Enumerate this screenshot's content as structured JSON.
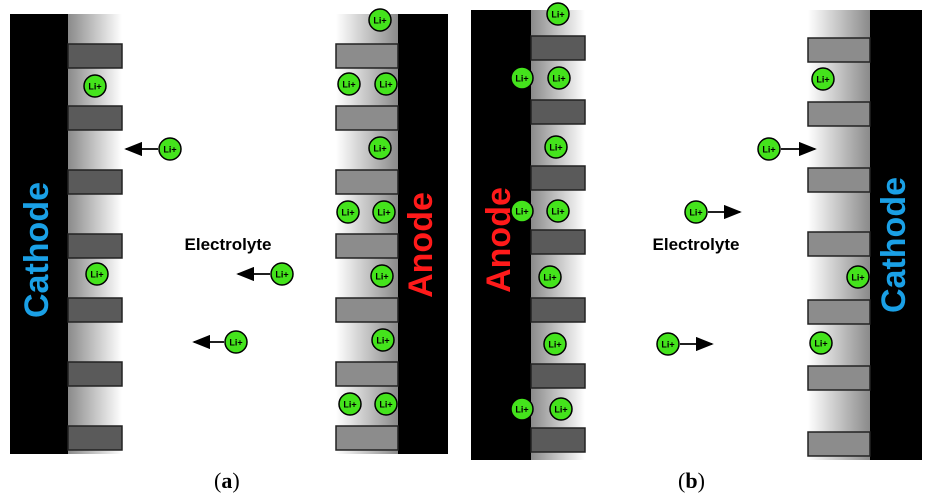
{
  "panels": [
    {
      "label_letter": "a",
      "left_electrode": {
        "name": "Cathode",
        "color": "#1aa0e6"
      },
      "right_electrode": {
        "name": "Anode",
        "color": "#ff1a1a"
      },
      "electrolyte_label": "Electrolyte",
      "ion_direction": "left"
    },
    {
      "label_letter": "b",
      "left_electrode": {
        "name": "Anode",
        "color": "#ff1a1a"
      },
      "right_electrode": {
        "name": "Cathode",
        "color": "#1aa0e6"
      },
      "electrolyte_label": "Electrolyte",
      "ion_direction": "right"
    }
  ],
  "ion_label": "Li+",
  "colors": {
    "current_collector": "#000000",
    "ion_fill": "#44e31c",
    "layer_fill": "#8c8c8c",
    "layer_dark": "#5a5a5a"
  }
}
